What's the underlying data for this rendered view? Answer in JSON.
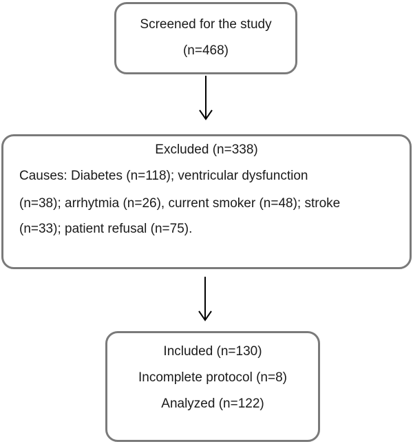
{
  "screened": {
    "title": "Screened for the study",
    "count": "(n=468)"
  },
  "excluded": {
    "title": "Excluded (n=338)",
    "causes_lines": [
      "Causes: Diabetes (n=118); ventricular dysfunction",
      "(n=38); arrhytmia (n=26), current smoker (n=48); stroke",
      "(n=33); patient refusal (n=75)."
    ]
  },
  "included": {
    "lines": [
      "Included (n=130)",
      "Incomplete protocol (n=8)",
      "Analyzed (n=122)"
    ]
  },
  "colors": {
    "box_border": "#7a7a7a",
    "arrow": "#000000",
    "text": "#1a1a1a"
  }
}
